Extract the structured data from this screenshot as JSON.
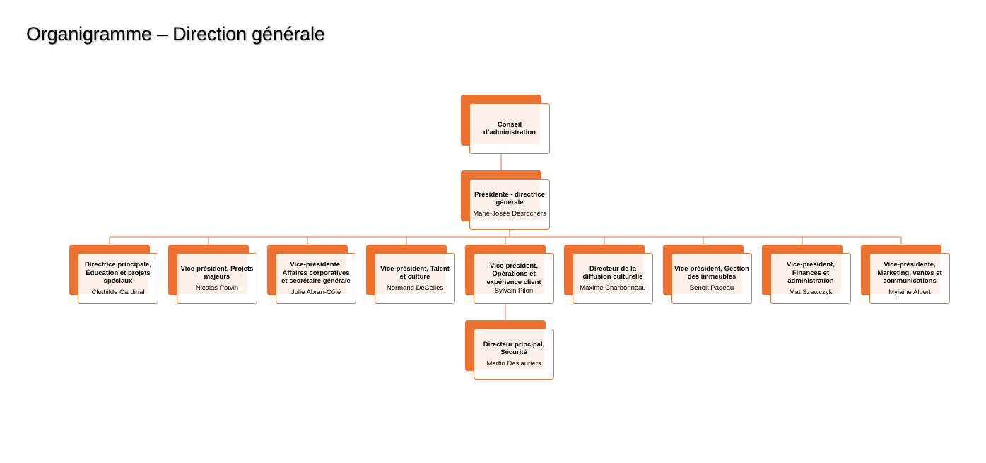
{
  "title": "Organigramme – Direction générale",
  "colors": {
    "accent": "#e97132",
    "card_fill": "#fdf0e8",
    "card_border": "#e97132",
    "line": "#e97132"
  },
  "board": {
    "role": "Conseil d’administration"
  },
  "president": {
    "role": "Présidente - directrice générale",
    "person": "Marie-Josée Desrochers"
  },
  "direct_reports": [
    {
      "role": "Directrice principale, Éducation et projets spéciaux",
      "person": "Clothilde Cardinal"
    },
    {
      "role": "Vice-président, Projets majeurs",
      "person": "Nicolas Potvin"
    },
    {
      "role": "Vice-présidente, Affaires corporatives et secrétaire générale",
      "person": "Julie Abran-Côté"
    },
    {
      "role": "Vice-président, Talent et culture",
      "person": "Normand DeCelles"
    },
    {
      "role": "Vice-président, Opérations et expérience client",
      "person": "Sylvain Pilon"
    },
    {
      "role": "Directeur de la diffusion culturelle",
      "person": "Maxime Charbonneau"
    },
    {
      "role": "Vice-président, Gestion des immeubles",
      "person": "Benoit Pageau"
    },
    {
      "role": "Vice-président, Finances et administration",
      "person": "Mat Szewczyk"
    },
    {
      "role": "Vice-présidente, Marketing, ventes et communications",
      "person": "Mylaine Albert"
    }
  ],
  "operations_report": {
    "role": "Directeur principal, Sécurité",
    "person": "Martin Deslauriers"
  }
}
